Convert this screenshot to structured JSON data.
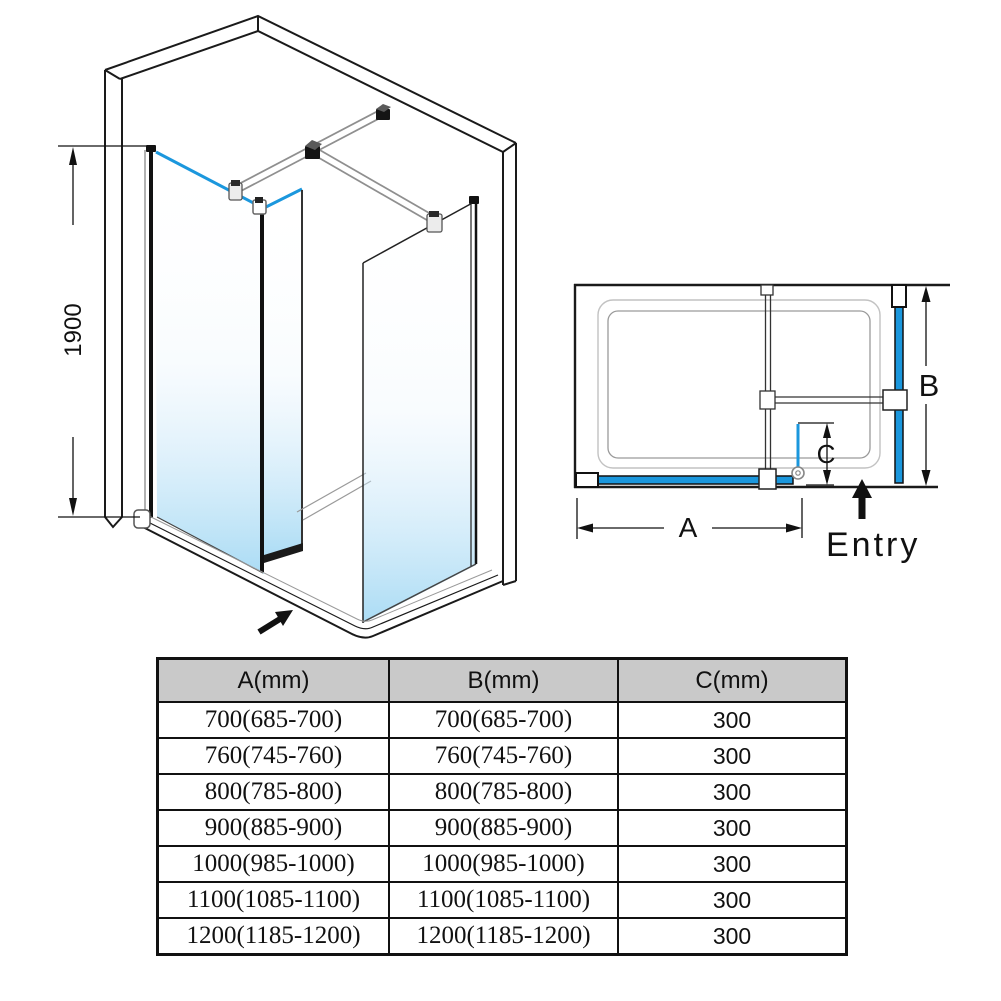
{
  "iso_view": {
    "height_dim": "1900"
  },
  "plan_view": {
    "dim_a": "A",
    "dim_b": "B",
    "dim_c": "C",
    "entry": "Entry"
  },
  "colors": {
    "glass_blue": "#1b97dd",
    "glass_gradient_bottom": "#a6daf4",
    "table_header_bg": "#c9c9c9",
    "line": "#1a1a1a"
  },
  "table": {
    "headers": [
      "A(mm)",
      "B(mm)",
      "C(mm)"
    ],
    "rows": [
      {
        "a": "700(685-700)",
        "b": "700(685-700)",
        "c": "300"
      },
      {
        "a": "760(745-760)",
        "b": "760(745-760)",
        "c": "300"
      },
      {
        "a": "800(785-800)",
        "b": "800(785-800)",
        "c": "300"
      },
      {
        "a": "900(885-900)",
        "b": "900(885-900)",
        "c": "300"
      },
      {
        "a": "1000(985-1000)",
        "b": "1000(985-1000)",
        "c": "300"
      },
      {
        "a": "1100(1085-1100)",
        "b": "1100(1085-1100)",
        "c": "300"
      },
      {
        "a": "1200(1185-1200)",
        "b": "1200(1185-1200)",
        "c": "300"
      }
    ]
  }
}
